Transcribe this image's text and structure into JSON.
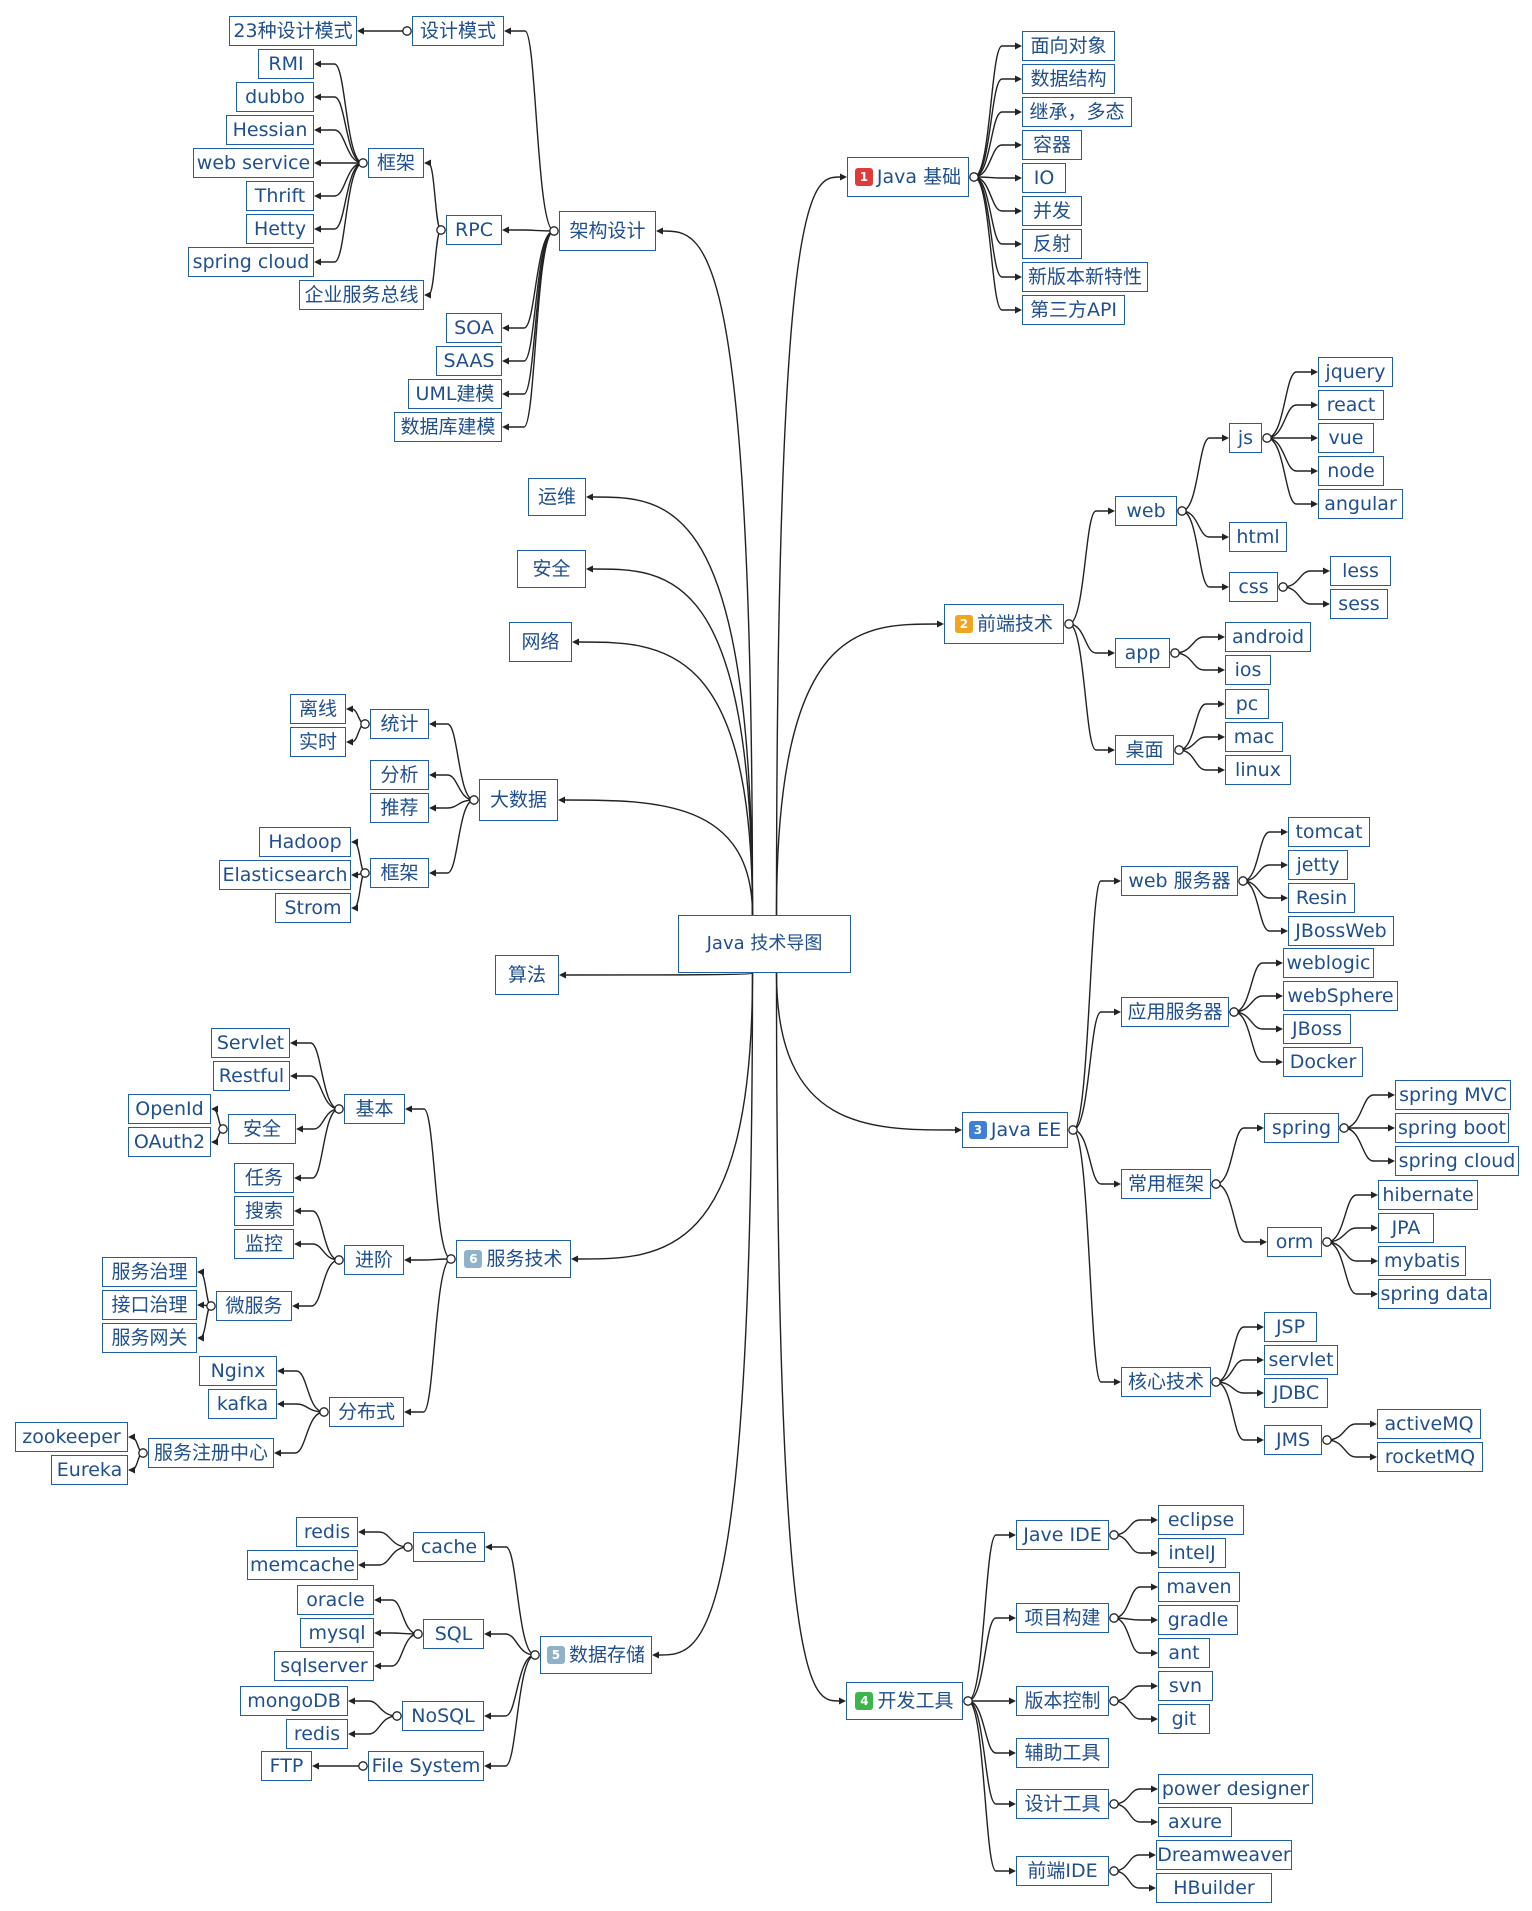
{
  "palette": {
    "node_border": "#1f5fa8",
    "node_text": "#1f4f8f",
    "edge": "#222222"
  },
  "nodes": [
    {
      "id": "root",
      "label": "Java 技术导图"
    },
    {
      "id": "java",
      "label": "Java 基础",
      "badge": "1",
      "badge_color": "#e03b3b"
    },
    {
      "id": "j1",
      "label": "面向对象"
    },
    {
      "id": "j2",
      "label": "数据结构"
    },
    {
      "id": "j3",
      "label": "继承，多态"
    },
    {
      "id": "j4",
      "label": "容器"
    },
    {
      "id": "j5",
      "label": "IO"
    },
    {
      "id": "j6",
      "label": "并发"
    },
    {
      "id": "j7",
      "label": "反射"
    },
    {
      "id": "j8",
      "label": "新版本新特性"
    },
    {
      "id": "j9",
      "label": "第三方API"
    },
    {
      "id": "fe",
      "label": "前端技术",
      "badge": "2",
      "badge_color": "#f0a420"
    },
    {
      "id": "web",
      "label": "web"
    },
    {
      "id": "js",
      "label": "js"
    },
    {
      "id": "jq",
      "label": "jquery"
    },
    {
      "id": "react",
      "label": "react"
    },
    {
      "id": "vue",
      "label": "vue"
    },
    {
      "id": "node",
      "label": "node"
    },
    {
      "id": "angular",
      "label": "angular"
    },
    {
      "id": "html",
      "label": "html"
    },
    {
      "id": "css",
      "label": "css"
    },
    {
      "id": "less",
      "label": "less"
    },
    {
      "id": "sess",
      "label": "sess"
    },
    {
      "id": "app",
      "label": "app"
    },
    {
      "id": "android",
      "label": "android"
    },
    {
      "id": "ios",
      "label": "ios"
    },
    {
      "id": "desk",
      "label": "桌面"
    },
    {
      "id": "pc",
      "label": "pc"
    },
    {
      "id": "mac",
      "label": "mac"
    },
    {
      "id": "linux",
      "label": "linux"
    },
    {
      "id": "ee",
      "label": "Java EE",
      "badge": "3",
      "badge_color": "#3d7fd9"
    },
    {
      "id": "ws",
      "label": "web 服务器"
    },
    {
      "id": "tomcat",
      "label": "tomcat"
    },
    {
      "id": "jetty",
      "label": "jetty"
    },
    {
      "id": "resin",
      "label": "Resin"
    },
    {
      "id": "jbossweb",
      "label": "JBossWeb"
    },
    {
      "id": "as",
      "label": "应用服务器"
    },
    {
      "id": "weblogic",
      "label": "weblogic"
    },
    {
      "id": "websphere",
      "label": "webSphere"
    },
    {
      "id": "jboss",
      "label": "JBoss"
    },
    {
      "id": "docker",
      "label": "Docker"
    },
    {
      "id": "cf",
      "label": "常用框架"
    },
    {
      "id": "spring",
      "label": "spring"
    },
    {
      "id": "smvc",
      "label": "spring MVC"
    },
    {
      "id": "sboot",
      "label": "spring boot"
    },
    {
      "id": "scloud",
      "label": "spring cloud"
    },
    {
      "id": "orm",
      "label": "orm"
    },
    {
      "id": "hibernate",
      "label": "hibernate"
    },
    {
      "id": "jpa",
      "label": "JPA"
    },
    {
      "id": "mybatis",
      "label": "mybatis"
    },
    {
      "id": "sdata",
      "label": "spring data"
    },
    {
      "id": "core",
      "label": "核心技术"
    },
    {
      "id": "jsp",
      "label": "JSP"
    },
    {
      "id": "servlet2",
      "label": "servlet"
    },
    {
      "id": "jdbc",
      "label": "JDBC"
    },
    {
      "id": "jms",
      "label": "JMS"
    },
    {
      "id": "amq",
      "label": "activeMQ"
    },
    {
      "id": "rmq",
      "label": "rocketMQ"
    },
    {
      "id": "tools",
      "label": "开发工具",
      "badge": "4",
      "badge_color": "#3cb54a"
    },
    {
      "id": "ide",
      "label": "Jave IDE"
    },
    {
      "id": "eclipse",
      "label": "eclipse"
    },
    {
      "id": "intelj",
      "label": "intelJ"
    },
    {
      "id": "build",
      "label": "项目构建"
    },
    {
      "id": "maven",
      "label": "maven"
    },
    {
      "id": "gradle",
      "label": "gradle"
    },
    {
      "id": "ant",
      "label": "ant"
    },
    {
      "id": "vcs",
      "label": "版本控制"
    },
    {
      "id": "svn",
      "label": "svn"
    },
    {
      "id": "git",
      "label": "git"
    },
    {
      "id": "aux",
      "label": "辅助工具"
    },
    {
      "id": "design",
      "label": "设计工具"
    },
    {
      "id": "pd",
      "label": "power designer"
    },
    {
      "id": "axure",
      "label": "axure"
    },
    {
      "id": "feide",
      "label": "前端IDE"
    },
    {
      "id": "dw",
      "label": "Dreamweaver"
    },
    {
      "id": "hb",
      "label": "HBuilder"
    },
    {
      "id": "arch",
      "label": "架构设计"
    },
    {
      "id": "dp",
      "label": "设计模式"
    },
    {
      "id": "dp23",
      "label": "23种设计模式"
    },
    {
      "id": "rpc",
      "label": "RPC"
    },
    {
      "id": "rfw",
      "label": "框架"
    },
    {
      "id": "rmi",
      "label": "RMI"
    },
    {
      "id": "dubbo",
      "label": "dubbo"
    },
    {
      "id": "hessian",
      "label": "Hessian"
    },
    {
      "id": "wsvc",
      "label": "web service"
    },
    {
      "id": "thrift",
      "label": "Thrift"
    },
    {
      "id": "hetty",
      "label": "Hetty"
    },
    {
      "id": "scl",
      "label": "spring cloud"
    },
    {
      "id": "esb",
      "label": "企业服务总线"
    },
    {
      "id": "soa",
      "label": "SOA"
    },
    {
      "id": "saas",
      "label": "SAAS"
    },
    {
      "id": "uml",
      "label": "UML建模"
    },
    {
      "id": "dbm",
      "label": "数据库建模"
    },
    {
      "id": "ops",
      "label": "运维"
    },
    {
      "id": "sec",
      "label": "安全"
    },
    {
      "id": "net",
      "label": "网络"
    },
    {
      "id": "bd",
      "label": "大数据"
    },
    {
      "id": "stat",
      "label": "统计"
    },
    {
      "id": "offline",
      "label": "离线"
    },
    {
      "id": "rt",
      "label": "实时"
    },
    {
      "id": "ana",
      "label": "分析"
    },
    {
      "id": "rec",
      "label": "推荐"
    },
    {
      "id": "bfw",
      "label": "框架"
    },
    {
      "id": "hadoop",
      "label": "Hadoop"
    },
    {
      "id": "es",
      "label": "Elasticsearch"
    },
    {
      "id": "strom",
      "label": "Strom"
    },
    {
      "id": "algo",
      "label": "算法"
    },
    {
      "id": "svc",
      "label": "服务技术",
      "badge": "6",
      "badge_color": "#8fb2c9"
    },
    {
      "id": "basic",
      "label": "基本"
    },
    {
      "id": "servletb",
      "label": "Servlet"
    },
    {
      "id": "restful",
      "label": "Restful"
    },
    {
      "id": "secb",
      "label": "安全"
    },
    {
      "id": "openid",
      "label": "OpenId"
    },
    {
      "id": "oauth",
      "label": "OAuth2"
    },
    {
      "id": "task",
      "label": "任务"
    },
    {
      "id": "adv",
      "label": "进阶"
    },
    {
      "id": "search",
      "label": "搜索"
    },
    {
      "id": "monitor",
      "label": "监控"
    },
    {
      "id": "ms",
      "label": "微服务"
    },
    {
      "id": "sgov",
      "label": "服务治理"
    },
    {
      "id": "igov",
      "label": "接口治理"
    },
    {
      "id": "gw",
      "label": "服务网关"
    },
    {
      "id": "dist",
      "label": "分布式"
    },
    {
      "id": "nginx",
      "label": "Nginx"
    },
    {
      "id": "kafka",
      "label": "kafka"
    },
    {
      "id": "reg",
      "label": "服务注册中心"
    },
    {
      "id": "zk",
      "label": "zookeeper"
    },
    {
      "id": "eureka",
      "label": "Eureka"
    },
    {
      "id": "ds",
      "label": "数据存储",
      "badge": "5",
      "badge_color": "#8fb2c9"
    },
    {
      "id": "cache",
      "label": "cache"
    },
    {
      "id": "redis1",
      "label": "redis"
    },
    {
      "id": "memc",
      "label": "memcache"
    },
    {
      "id": "sql",
      "label": "SQL"
    },
    {
      "id": "oracle",
      "label": "oracle"
    },
    {
      "id": "mysql",
      "label": "mysql"
    },
    {
      "id": "sqlserver",
      "label": "sqlserver"
    },
    {
      "id": "nosql",
      "label": "NoSQL"
    },
    {
      "id": "mongo",
      "label": "mongoDB"
    },
    {
      "id": "redis2",
      "label": "redis"
    },
    {
      "id": "fs",
      "label": "File System"
    },
    {
      "id": "ftp",
      "label": "FTP"
    }
  ]
}
